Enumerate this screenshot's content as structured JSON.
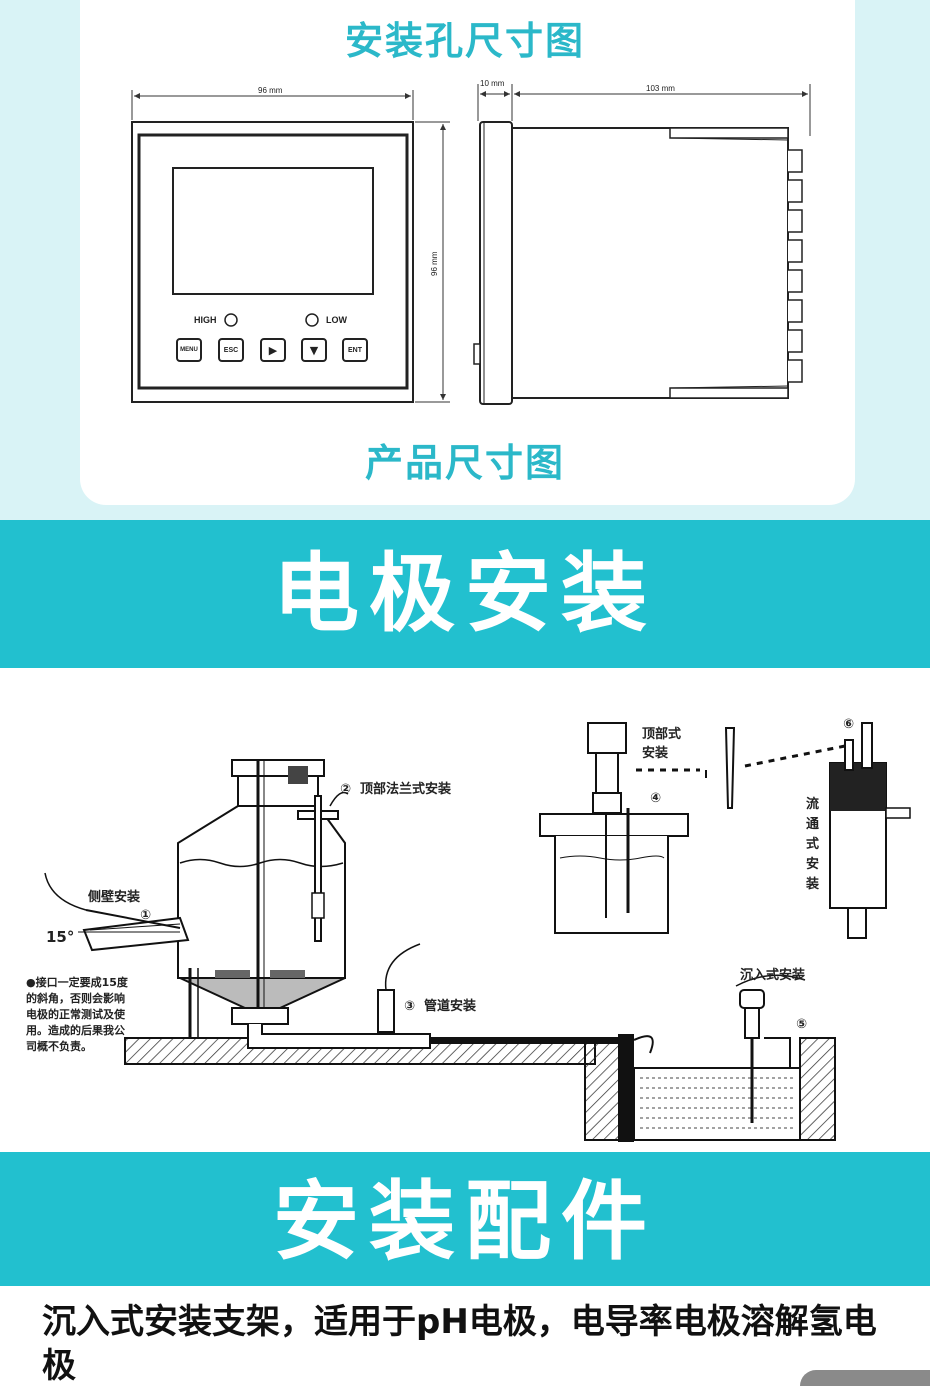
{
  "sections": {
    "hole_size_title": "安装孔尺寸图",
    "product_size_title": "产品尺寸图",
    "electrode_install_title": "电极安装",
    "accessories_title": "安装配件"
  },
  "dimensions": {
    "front_width": "96 mm",
    "front_height": "96 mm",
    "side_front": "10 mm",
    "side_depth": "103 mm"
  },
  "panel": {
    "high_label": "HIGH",
    "low_label": "LOW",
    "buttons": [
      "MENU",
      "ESC",
      "▶",
      "▼",
      "ENT"
    ]
  },
  "install_diagram": {
    "side_wall": "侧壁安装",
    "angle": "15°",
    "top_flange": "顶部法兰式安装",
    "pipe": "管道安装",
    "top": "顶部式",
    "top2": "安装",
    "submerged": "沉入式安装",
    "flow": [
      "流",
      "通",
      "式",
      "安",
      "装"
    ],
    "note_lines": [
      "●接口一定要成15度",
      "的斜角，否则会影响",
      "电极的正常测试及使",
      "用。造成的后果我公",
      "司概不负责。"
    ],
    "markers": [
      "①",
      "②",
      "③",
      "④",
      "⑤",
      "⑥"
    ]
  },
  "accessory_desc": "沉入式安装支架，适用于pH电极，电导率电极溶解氢电极"
}
